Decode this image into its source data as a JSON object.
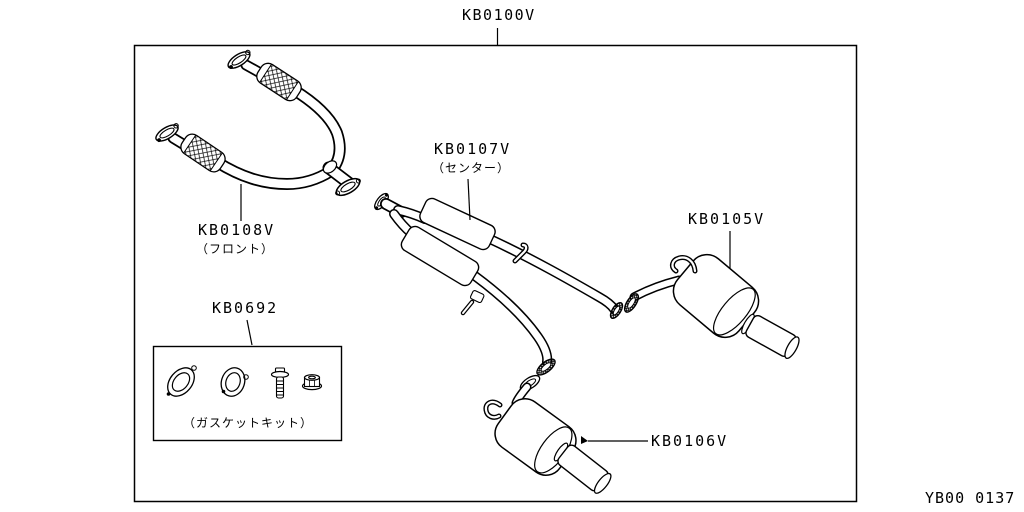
{
  "diagram": {
    "title_code": "KB0100V",
    "sheet_code": "YB00 0137",
    "colors": {
      "line": "#000000",
      "background": "#ffffff"
    },
    "parts": {
      "front_tube": {
        "code": "KB0108V",
        "caption_jp": "（フロント）"
      },
      "center_tube": {
        "code": "KB0107V",
        "caption_jp": "（センター）"
      },
      "main_muffler": {
        "code": "KB0105V"
      },
      "sub_muffler": {
        "code": "KB0106V"
      },
      "gasket_kit": {
        "code": "KB0692",
        "caption_jp": "（ガスケットキット）"
      }
    }
  }
}
